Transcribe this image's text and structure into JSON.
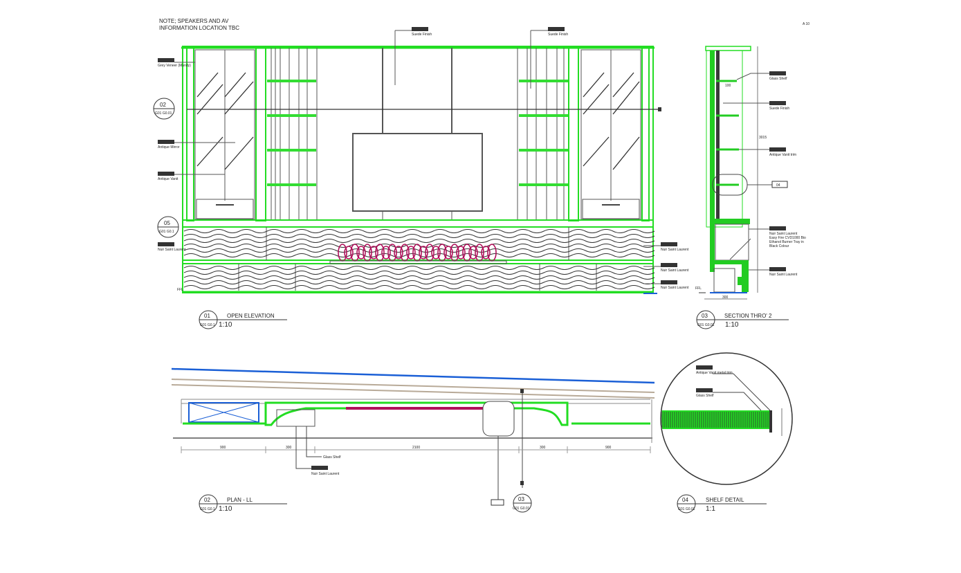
{
  "note": {
    "line1": "NOTE; SPEAKERS AND AV",
    "line2": "INFORMATION LOCATION TBC"
  },
  "sheet_ref": "A  10",
  "views": [
    {
      "number": "01",
      "title": "OPEN ELEVATION",
      "ref": "G01 G0.1",
      "scale": "1:10"
    },
    {
      "number": "03",
      "title": "SECTION THRO' 2",
      "ref": "G01 G0.01",
      "scale": "1:10"
    },
    {
      "number": "02",
      "title": "PLAN - LL",
      "ref": "G01 G0.1",
      "scale": "1:10"
    },
    {
      "number": "04",
      "title": "SHELF DETAIL",
      "ref": "G01 G0.01",
      "scale": "1:1"
    }
  ],
  "section_markers": [
    {
      "number": "02",
      "ref": "G01 G0.01"
    },
    {
      "number": "05",
      "ref": "G01 G0.1"
    },
    {
      "number": "03",
      "ref": "G01 G0.01"
    }
  ],
  "callouts": {
    "grey_veneer": "Grey Veneer (Mundy)",
    "antique_mirror": "Antique Mirror",
    "antique_vanit": "Antique Vanit",
    "suede_finish_1": "Suede Finish",
    "suede_finish_2": "Suede Finish",
    "nuir_left": "Nuir Saint Laurent",
    "nuir_1": "Nuir Saint Laurent",
    "nuir_2": "Nuir Saint Laurent",
    "nuir_3": "Nuir Saint Laurent",
    "glass_shelf": "Glass Shelf",
    "suede_sec": "Suede Finish",
    "antique_trim": "Antique Vanit trim",
    "detail": "04",
    "nuir_sec_1": "Nuir Saint Laurent",
    "fire": "Easy Fire CVD1000 Bio Ethanol Burner Tray in Black Colour",
    "nuir_sec_2": "Nuir Saint Laurent",
    "plan_glass_shelf": "Glass Shelf",
    "plan_nuir": "Nuir Saint Laurent",
    "detail_trim": "Antique Vanit metal trim",
    "detail_shelf": "Glass Shelf",
    "ffl": "FFL"
  },
  "dimensions": {
    "plan": [
      "900",
      "300",
      "2100",
      "300",
      "900"
    ],
    "section_width": "300",
    "section_height": "3015",
    "shelf": "100"
  },
  "colors": {
    "green": "#22dd22",
    "magenta": "#b0105a",
    "blue": "#1a5fd6",
    "grey": "#555555"
  }
}
